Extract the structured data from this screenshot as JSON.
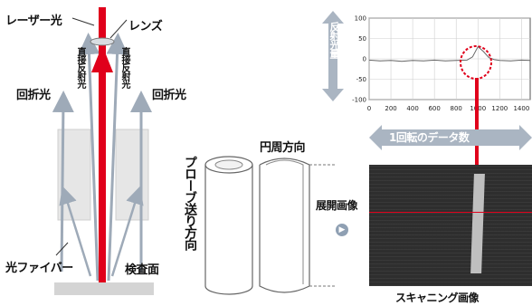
{
  "left_diagram": {
    "laser_label": "レーザー光",
    "lens_label": "レンズ",
    "direct_reflect_left": "直接反射光",
    "direct_reflect_right": "直接反射光",
    "diffract_left": "回折光",
    "diffract_right": "回折光",
    "fiber_label": "光ファイバー",
    "surface_label": "検査面",
    "colors": {
      "laser": "#e0001b",
      "arrow": "#9eaab8",
      "fiber_box": "#e6e6e6"
    }
  },
  "middle_diagram": {
    "circumferential_label": "円周方向",
    "probe_feed_label": "プローブ送り方向",
    "unroll_label": "展開画像"
  },
  "right_diagram": {
    "y_axis_label": "反射光量",
    "data_count_label": "1回転のデータ数",
    "scan_label": "スキャニング画像",
    "y_ticks": [
      "100",
      "50",
      "0",
      "-50",
      "-100"
    ],
    "x_ticks": [
      "0",
      "200",
      "400",
      "600",
      "800",
      "1000",
      "1200",
      "1400"
    ],
    "colors": {
      "highlight": "#e0001b",
      "band_arrow": "#aab5c2",
      "scan_bg": "#2e2e2e"
    }
  },
  "chart_data": {
    "type": "line",
    "x": [
      0,
      100,
      200,
      300,
      400,
      500,
      600,
      700,
      800,
      900,
      950,
      1000,
      1050,
      1100,
      1150,
      1200,
      1300,
      1400,
      1480
    ],
    "y": [
      -3,
      -5,
      -4,
      -6,
      -4,
      -5,
      -3,
      -5,
      -4,
      -3,
      5,
      30,
      18,
      3,
      -2,
      -4,
      -5,
      -3,
      -4
    ],
    "ylim": [
      -100,
      100
    ],
    "xlim": [
      0,
      1480
    ],
    "grid": true
  }
}
